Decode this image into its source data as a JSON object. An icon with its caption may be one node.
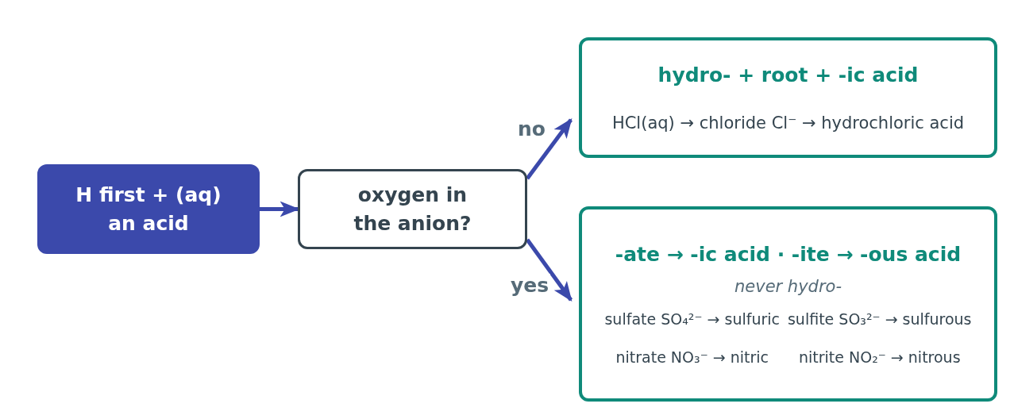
{
  "diagram": {
    "nodes": [
      {
        "text": [
          "H first + (aq) an acid"
        ]
      },
      {
        "text": [
          "oxygen in the anion?"
        ]
      },
      {
        "text": [
          "hydro- + root + -ic acid",
          "HCl(aq) → chloride Cl⁻ → hydrochloric acid"
        ]
      },
      {
        "text": [
          "-ate → -ic acid · -ite → -ous acid",
          "never hydro-",
          "sulfate SO₄²⁻ → sulfuric",
          "sulfite SO₃²⁻ → sulfurous",
          "nitrate NO₃⁻ → nitric",
          "nitrite NO₂⁻ → nitrous"
        ]
      }
    ],
    "edges": [
      {
        "from": 0,
        "to": 1,
        "arrow": "to"
      },
      {
        "from": 1,
        "to": 2,
        "arrow": "to",
        "label": "no"
      },
      {
        "from": 1,
        "to": 3,
        "arrow": "to",
        "label": "yes"
      }
    ]
  }
}
